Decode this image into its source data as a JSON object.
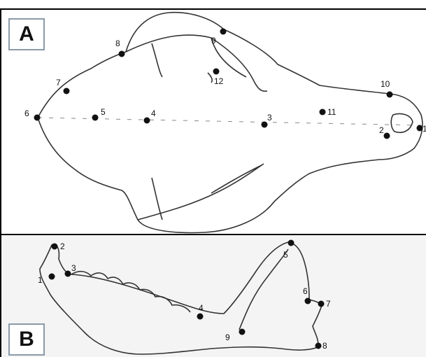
{
  "panel_a": {
    "label": "A",
    "landmarks": [
      {
        "n": "1"
      },
      {
        "n": "2"
      },
      {
        "n": "3"
      },
      {
        "n": "4"
      },
      {
        "n": "5"
      },
      {
        "n": "6"
      },
      {
        "n": "7"
      },
      {
        "n": "8"
      },
      {
        "n": "9"
      },
      {
        "n": "10"
      },
      {
        "n": "11"
      },
      {
        "n": "12"
      }
    ]
  },
  "panel_b": {
    "label": "B",
    "landmarks": [
      {
        "n": "1"
      },
      {
        "n": "2"
      },
      {
        "n": "3"
      },
      {
        "n": "4"
      },
      {
        "n": "5"
      },
      {
        "n": "6"
      },
      {
        "n": "7"
      },
      {
        "n": "8"
      },
      {
        "n": "9"
      }
    ]
  },
  "colors": {
    "ink": "#111111",
    "bone_line": "#333333",
    "label_border": "#8a9aa8"
  }
}
